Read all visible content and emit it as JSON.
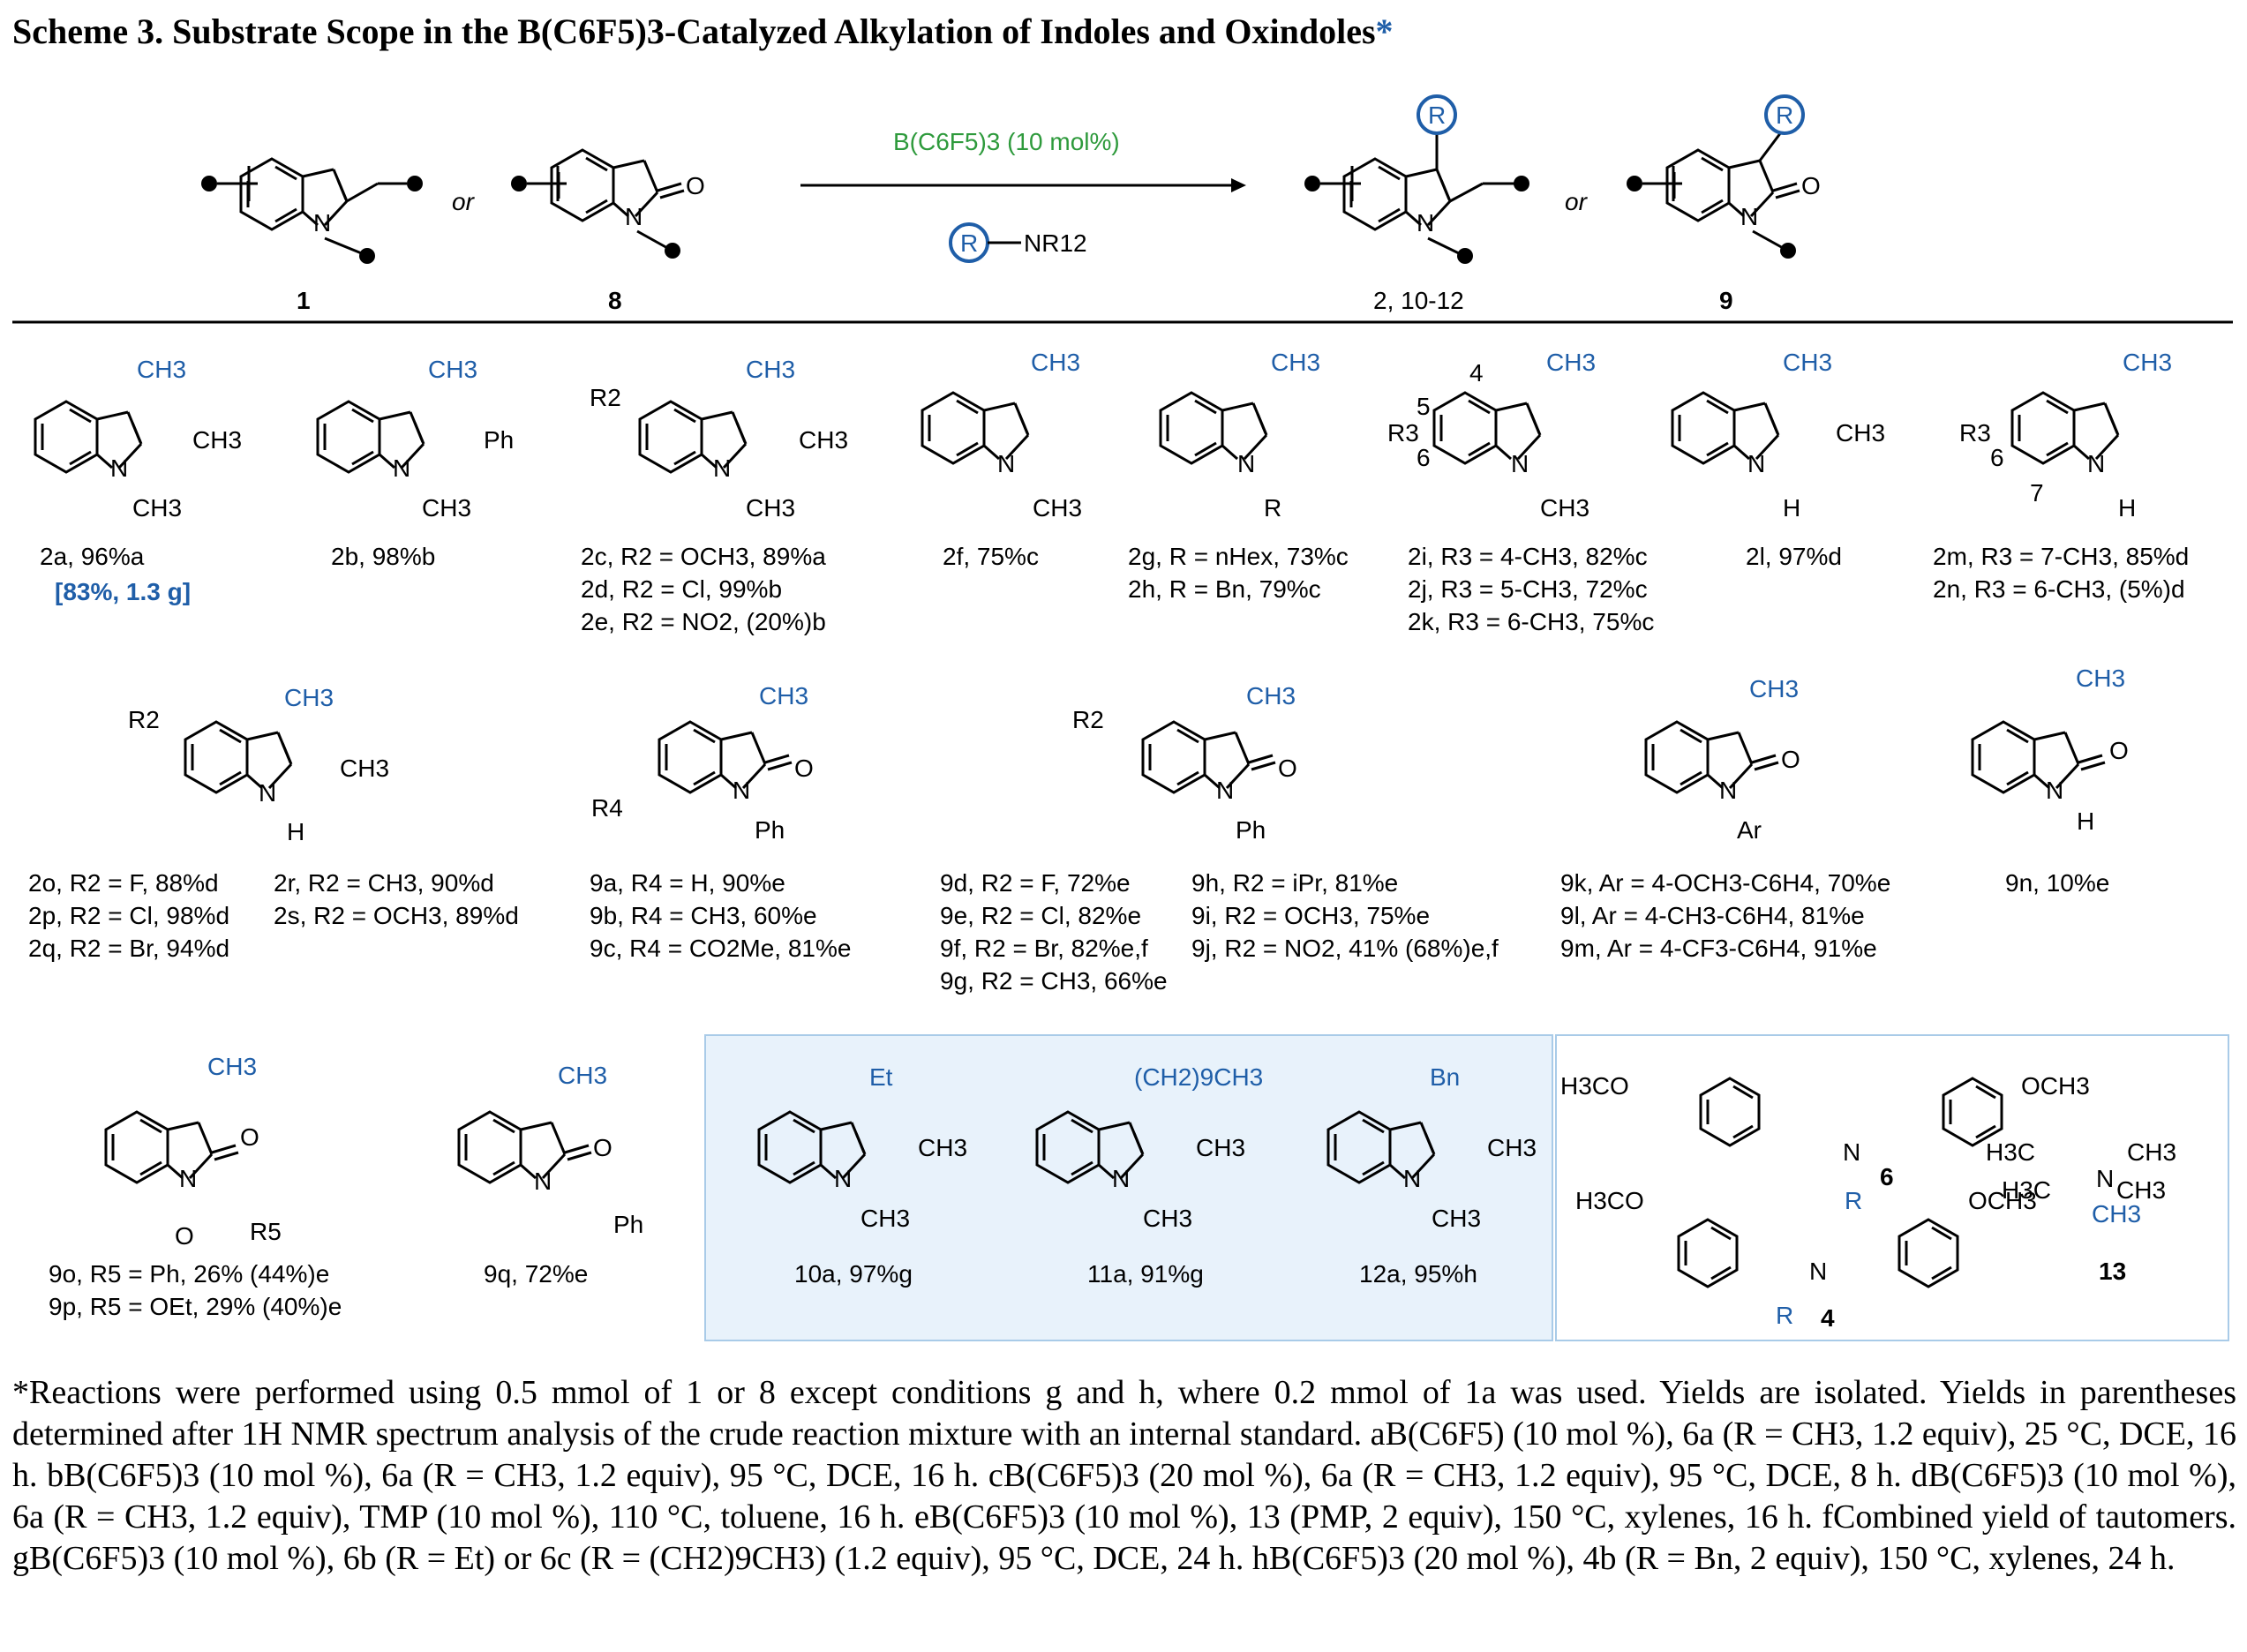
{
  "title": {
    "text": "Scheme 3. Substrate Scope in the B(C6F5)3-Catalyzed Alkylation of Indoles and Oxindoles",
    "star": "*"
  },
  "scheme": {
    "catalyst": "B(C6F5)3 (10 mol%)",
    "reagent": "NR12",
    "r_circle": "R",
    "or_text": "or",
    "labels": {
      "sm_indole": "1",
      "sm_oxindole": "8",
      "prod_indole": "2, 10-12",
      "prod_oxindole": "9"
    }
  },
  "compounds": {
    "c2a": {
      "line1": "2a, 96%a",
      "line2": "[83%, 1.3 g]"
    },
    "c2b": "2b, 98%b",
    "c2c": [
      "2c, R2 = OCH3, 89%a",
      "2d, R2 = Cl, 99%b",
      "2e, R2 = NO2, (20%)b"
    ],
    "c2f": "2f, 75%c",
    "c2g": [
      "2g, R = nHex, 73%c",
      "2h, R = Bn, 79%c"
    ],
    "c2i": [
      "2i, R3 = 4-CH3, 82%c",
      "2j, R3 = 5-CH3, 72%c",
      "2k, R3 = 6-CH3, 75%c"
    ],
    "c2l": "2l, 97%d",
    "c2m": [
      "2m, R3 = 7-CH3, 85%d",
      "2n, R3 = 6-CH3, (5%)d"
    ],
    "c2o": [
      "2o, R2 = F, 88%d",
      "2p, R2 = Cl, 98%d",
      "2q, R2 = Br, 94%d"
    ],
    "c2r": [
      "2r, R2 = CH3, 90%d",
      "2s, R2 = OCH3, 89%d"
    ],
    "c9a": [
      "9a, R4 = H, 90%e",
      "9b, R4 = CH3, 60%e",
      "9c, R4 = CO2Me, 81%e"
    ],
    "c9d": [
      "9d, R2 = F, 72%e",
      "9e, R2 = Cl, 82%e",
      "9f, R2 = Br, 82%e,f",
      "9g, R2 = CH3, 66%e"
    ],
    "c9h": [
      "9h, R2 = iPr, 81%e",
      "9i, R2 = OCH3, 75%e",
      "9j, R2 = NO2, 41% (68%)e,f"
    ],
    "c9k": [
      "9k, Ar = 4-OCH3-C6H4, 70%e",
      "9l, Ar = 4-CH3-C6H4, 81%e",
      "9m, Ar = 4-CF3-C6H4, 91%e"
    ],
    "c9n": "9n, 10%e",
    "c9o": [
      "9o, R5 = Ph, 26% (44%)e",
      "9p, R5 = OEt, 29% (40%)e"
    ],
    "c9q": "9q, 72%e",
    "c10a": "10a, 97%g",
    "c11a": "11a, 91%g",
    "c12a": "12a, 95%h",
    "reagents": {
      "r6": "6",
      "r4": "4",
      "r13": "13"
    }
  },
  "footnote": "*Reactions were performed using 0.5 mmol of 1 or 8 except conditions g and h, where 0.2 mmol of 1a was used. Yields are isolated. Yields in parentheses determined after 1H NMR spectrum analysis of the crude reaction mixture with an internal standard. aB(C6F5) (10 mol %), 6a (R = CH3, 1.2 equiv), 25 °C, DCE, 16 h. bB(C6F5)3 (10 mol %), 6a (R = CH3, 1.2 equiv), 95 °C, DCE, 16 h. cB(C6F5)3 (20 mol %), 6a (R = CH3, 1.2 equiv), 95 °C, DCE, 8 h. dB(C6F5)3 (10 mol %), 6a (R = CH3, 1.2 equiv), TMP (10 mol %), 110 °C, toluene, 16 h. eB(C6F5)3 (10 mol %), 13 (PMP, 2 equiv), 150 °C, xylenes, 16 h. fCombined yield of tautomers. gB(C6F5)3 (10 mol %), 6b (R = Et) or 6c (R = (CH2)9CH3) (1.2 equiv), 95 °C, DCE, 24 h. hB(C6F5)3 (20 mol %), 4b (R = Bn, 2 equiv), 150 °C, xylenes, 24 h.",
  "colors": {
    "accent_blue": "#1f5ea8",
    "catalyst_green": "#2e9a3c",
    "box_fill": "#e8f2fb",
    "box_border": "#a9cbe8"
  }
}
